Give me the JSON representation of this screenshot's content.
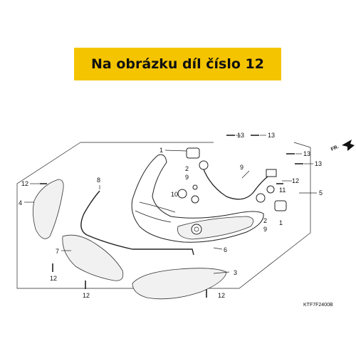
{
  "banner": {
    "text": "Na obrázku díl číslo 12"
  },
  "diagram_code": "KTF7F2400B",
  "direction_label": "FR.",
  "callouts": [
    "1",
    "2",
    "9",
    "10",
    "11",
    "13",
    "13",
    "13",
    "13",
    "12",
    "12",
    "12",
    "12",
    "12",
    "4",
    "5",
    "6",
    "7",
    "8",
    "9",
    "3",
    "2",
    "9",
    "1"
  ]
}
